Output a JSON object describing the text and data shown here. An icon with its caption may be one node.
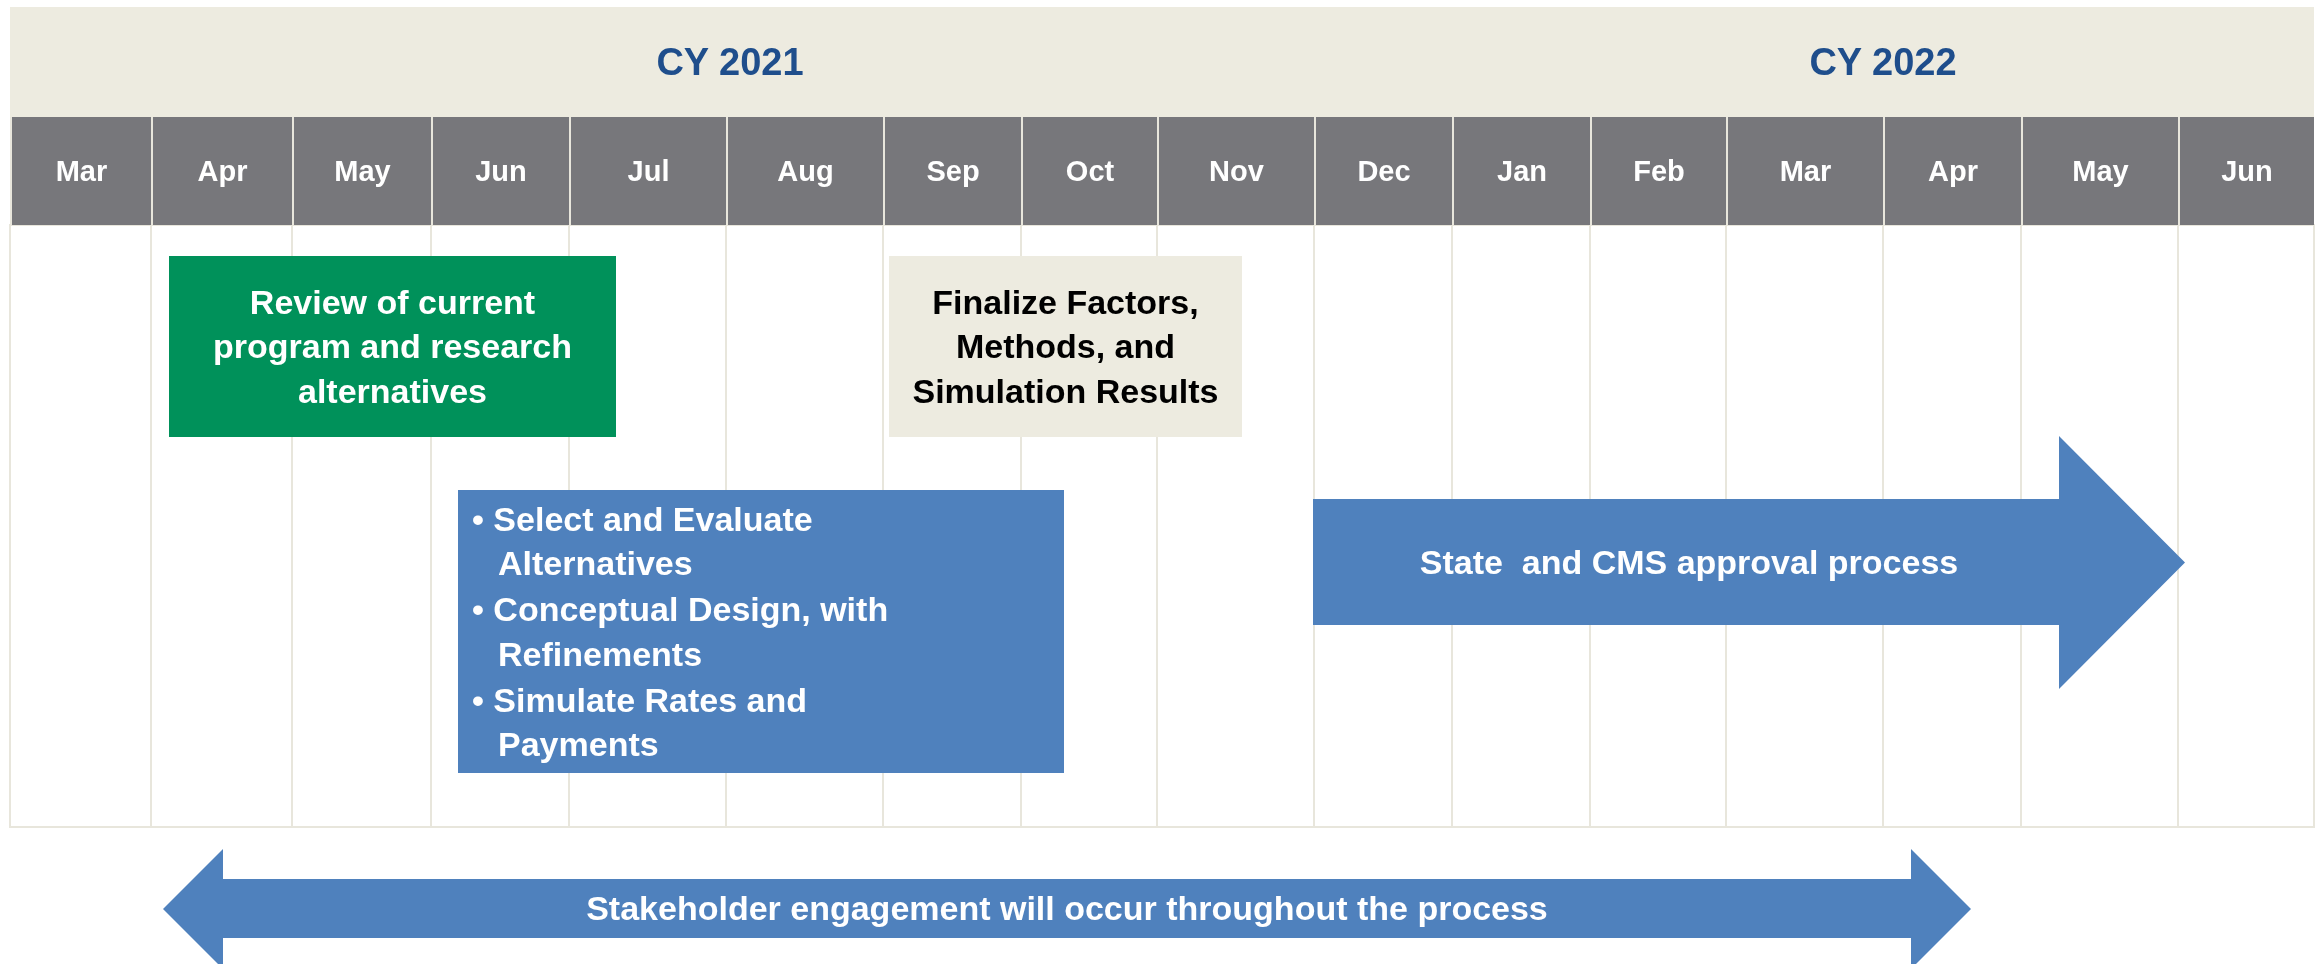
{
  "diagram": {
    "nodes": [
      {
        "text": [
          "Review of current program and research alternatives"
        ]
      },
      {
        "text": [
          "Finalize Factors, Methods, and Simulation Results"
        ]
      },
      {
        "text": [
          "• Select and Evaluate Alternatives",
          "• Conceptual Design, with Refinements",
          "• Simulate Rates and Payments"
        ]
      },
      {
        "text": [
          "State  and CMS approval process"
        ]
      },
      {
        "text": [
          "Stakeholder engagement will occur throughout the process"
        ]
      }
    ],
    "labels": [
      "CY 2021",
      "CY 2022",
      "Mar",
      "Apr",
      "May",
      "Jun",
      "Jul",
      "Aug",
      "Sep",
      "Oct",
      "Nov",
      "Dec",
      "Jan",
      "Feb",
      "Mar",
      "Apr",
      "May",
      "Jun"
    ]
  }
}
